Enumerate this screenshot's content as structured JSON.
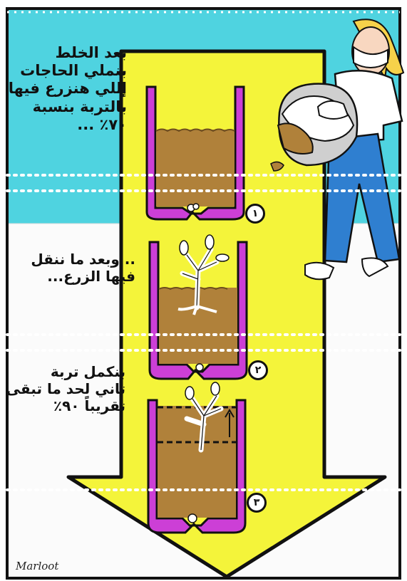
{
  "panels": {
    "top_text": [
      "بعد الخلط",
      "بنملي الحاجات",
      "إللي هنزرع فيها",
      "بالتربة بنسبة",
      "٧٠٪ ..."
    ],
    "middle_text": [
      ".. وبعد ما ننقل",
      "فيها الزرع..."
    ],
    "bottom_text": [
      "بنكمل تربة",
      "تاني لحد ما تبقى",
      "تقريباً ٩٠٪"
    ]
  },
  "step_numbers": [
    "١",
    "٢",
    "٣"
  ],
  "signature": "Marloot",
  "colors": {
    "sky": "#4fd3e0",
    "arrow_yellow": "#f4f43a",
    "pot_magenta": "#cc3fd6",
    "soil": "#b0813a",
    "shirt_blue": "#2f7fd0",
    "outline": "#111111"
  }
}
